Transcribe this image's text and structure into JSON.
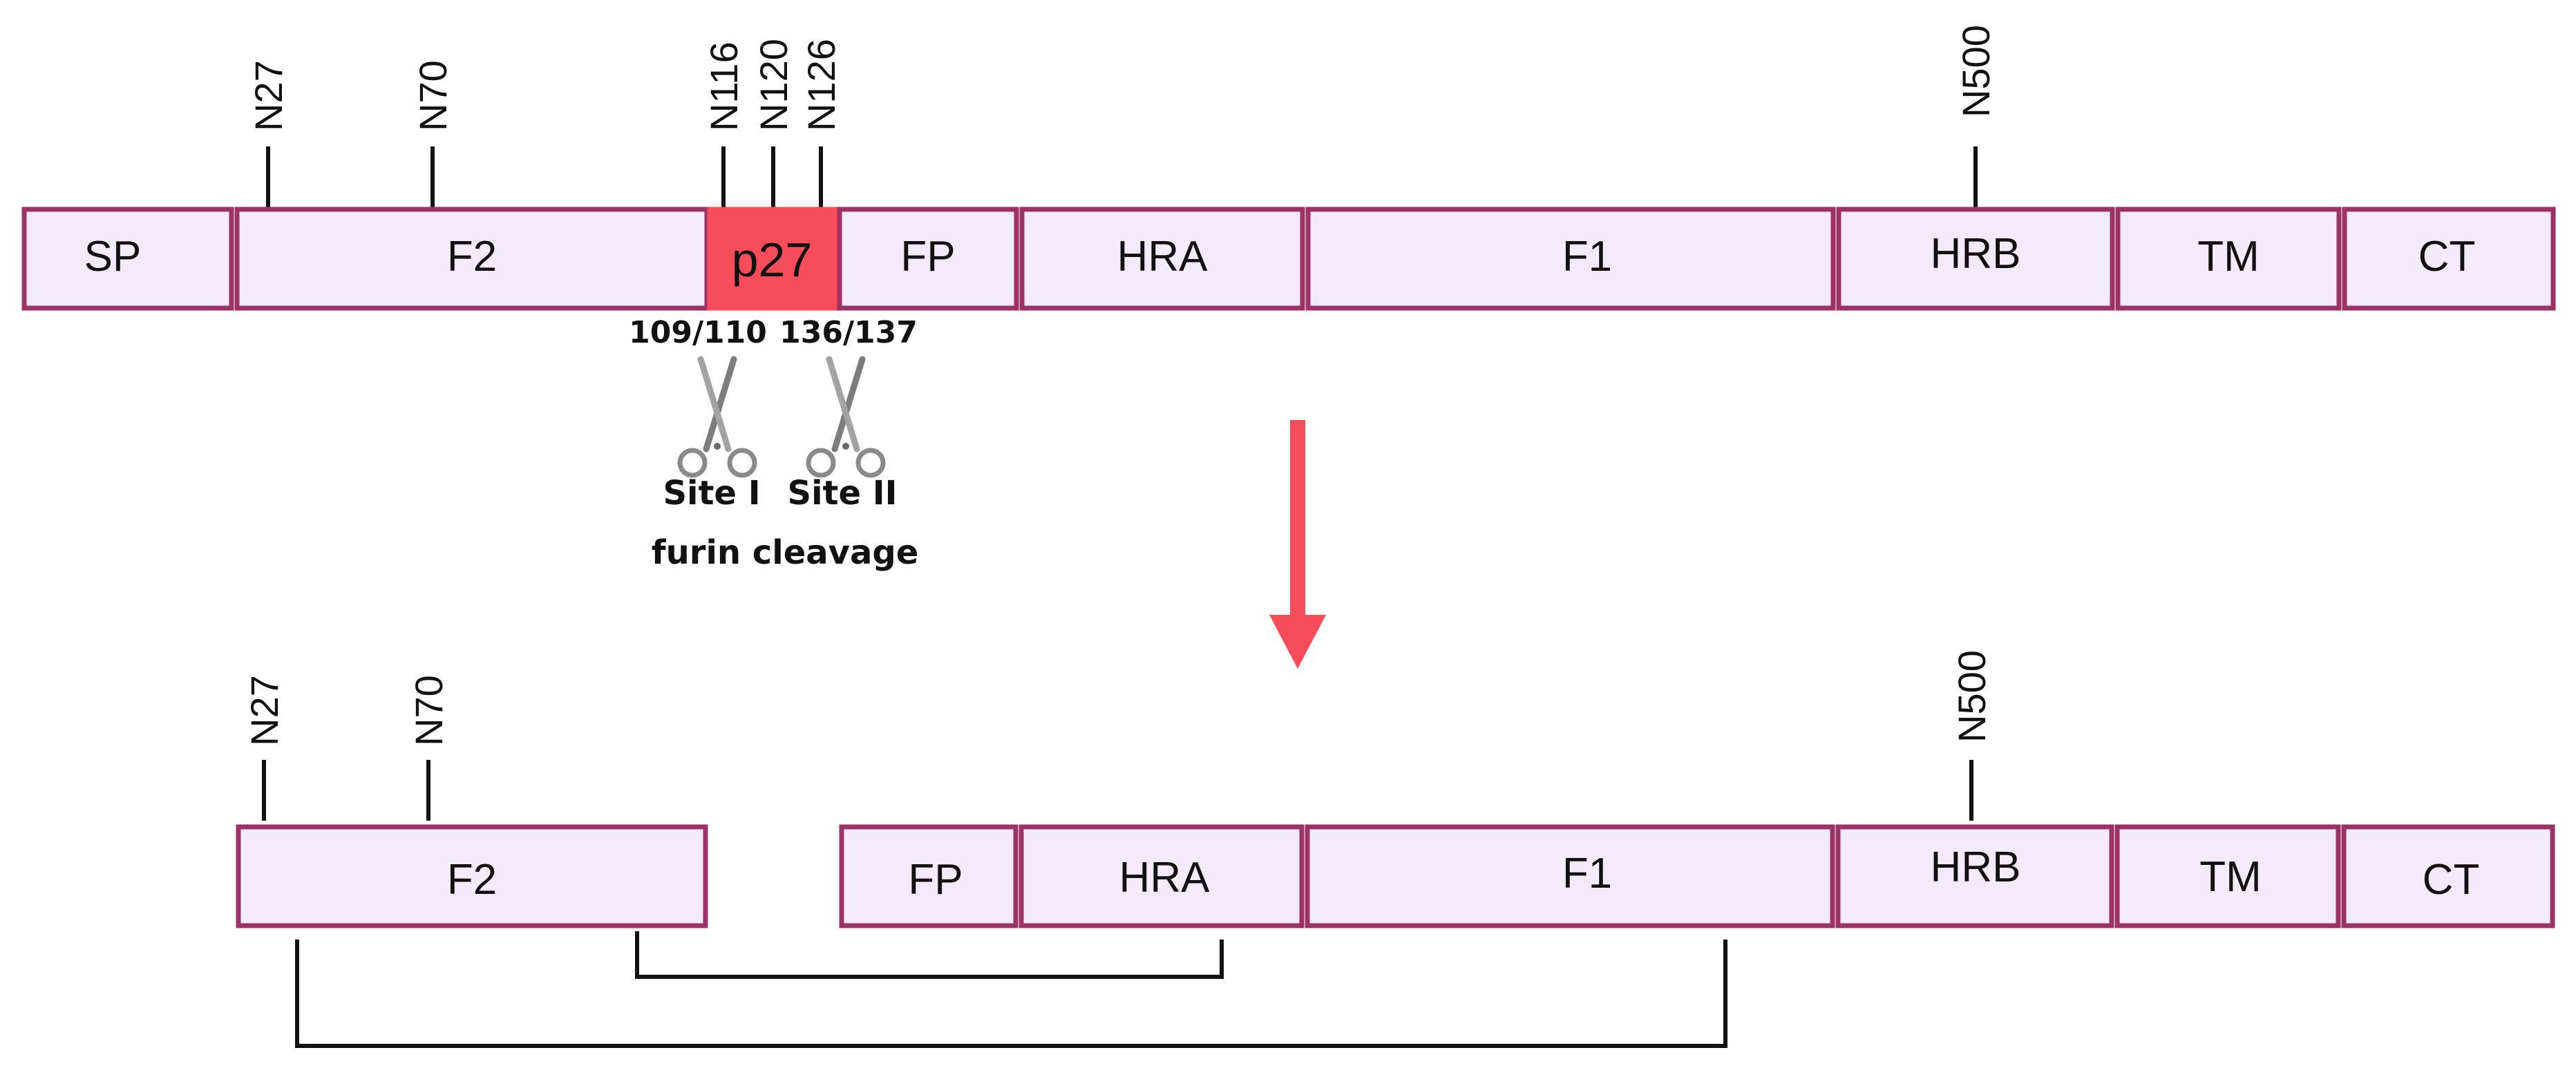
{
  "colors": {
    "domain_fill": "#f3ebfb",
    "domain_stroke": "#9c3266",
    "p27_fill": "#f74c5a",
    "arrow": "#f74c5a",
    "line": "#111111",
    "scissors": "#8a8a8a"
  },
  "precursor": {
    "domains": [
      {
        "id": "sp",
        "label": "SP"
      },
      {
        "id": "f2",
        "label": "F2"
      },
      {
        "id": "p27",
        "label": "p27"
      },
      {
        "id": "fp",
        "label": "FP"
      },
      {
        "id": "hra",
        "label": "HRA"
      },
      {
        "id": "f1",
        "label": "F1"
      },
      {
        "id": "hrb",
        "label": "HRB"
      },
      {
        "id": "tm",
        "label": "TM"
      },
      {
        "id": "ct",
        "label": "CT"
      }
    ],
    "glycosylation_sites": [
      "N27",
      "N70",
      "N116",
      "N120",
      "N126",
      "N500"
    ]
  },
  "cleavage": {
    "site1_position": "109/110",
    "site2_position": "136/137",
    "site1_label": "Site I",
    "site2_label": "Site II",
    "caption": "furin cleavage",
    "icon": "scissors-icon"
  },
  "mature": {
    "domains": [
      {
        "id": "f2",
        "label": "F2"
      },
      {
        "id": "fp",
        "label": "FP"
      },
      {
        "id": "hra",
        "label": "HRA"
      },
      {
        "id": "f1",
        "label": "F1"
      },
      {
        "id": "hrb",
        "label": "HRB"
      },
      {
        "id": "tm",
        "label": "TM"
      },
      {
        "id": "ct",
        "label": "CT"
      }
    ],
    "glycosylation_sites": [
      "N27",
      "N70",
      "N500"
    ]
  }
}
